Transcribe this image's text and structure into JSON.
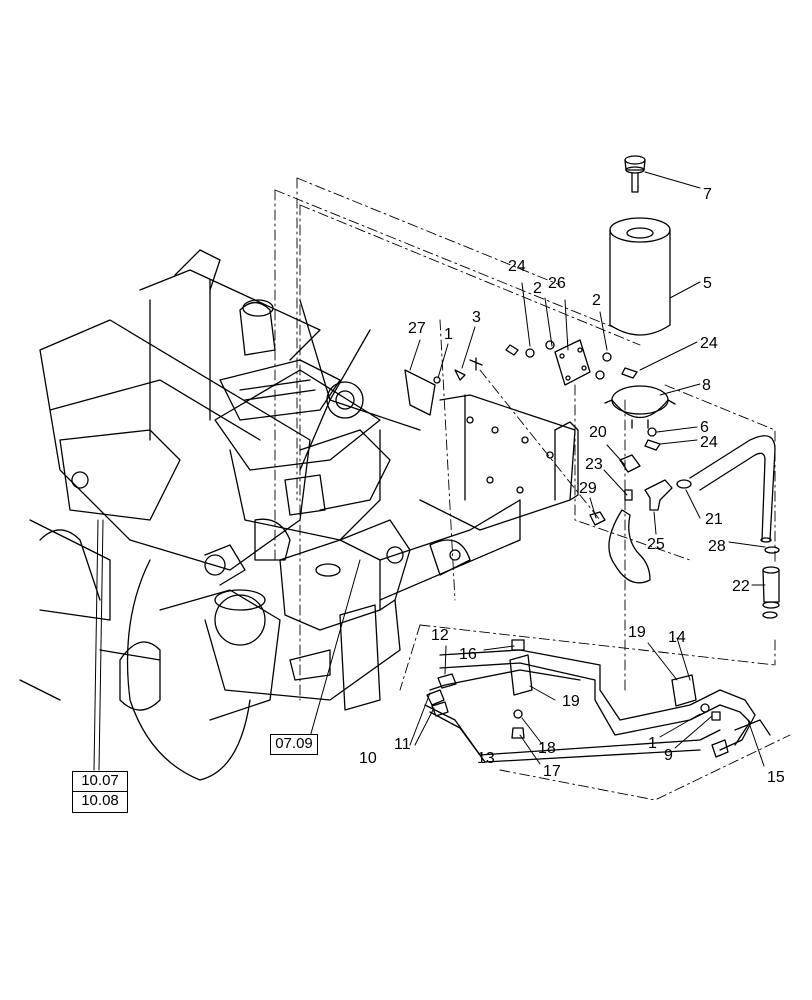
{
  "callouts": {
    "c1a": "1",
    "c1b": "1",
    "c2a": "2",
    "c2b": "2",
    "c3": "3",
    "c5": "5",
    "c6": "6",
    "c7": "7",
    "c8": "8",
    "c9": "9",
    "c10": "10",
    "c11": "11",
    "c12": "12",
    "c13": "13",
    "c14": "14",
    "c15": "15",
    "c16": "16",
    "c17": "17",
    "c18": "18",
    "c19a": "19",
    "c19b": "19",
    "c20": "20",
    "c21": "21",
    "c22": "22",
    "c23": "23",
    "c24a": "24",
    "c24b": "24",
    "c24c": "24",
    "c25": "25",
    "c26": "26",
    "c27": "27",
    "c28": "28",
    "c29": "29"
  },
  "refs": {
    "r0709": "07.09",
    "r1007": "10.07",
    "r1008": "10.08"
  }
}
